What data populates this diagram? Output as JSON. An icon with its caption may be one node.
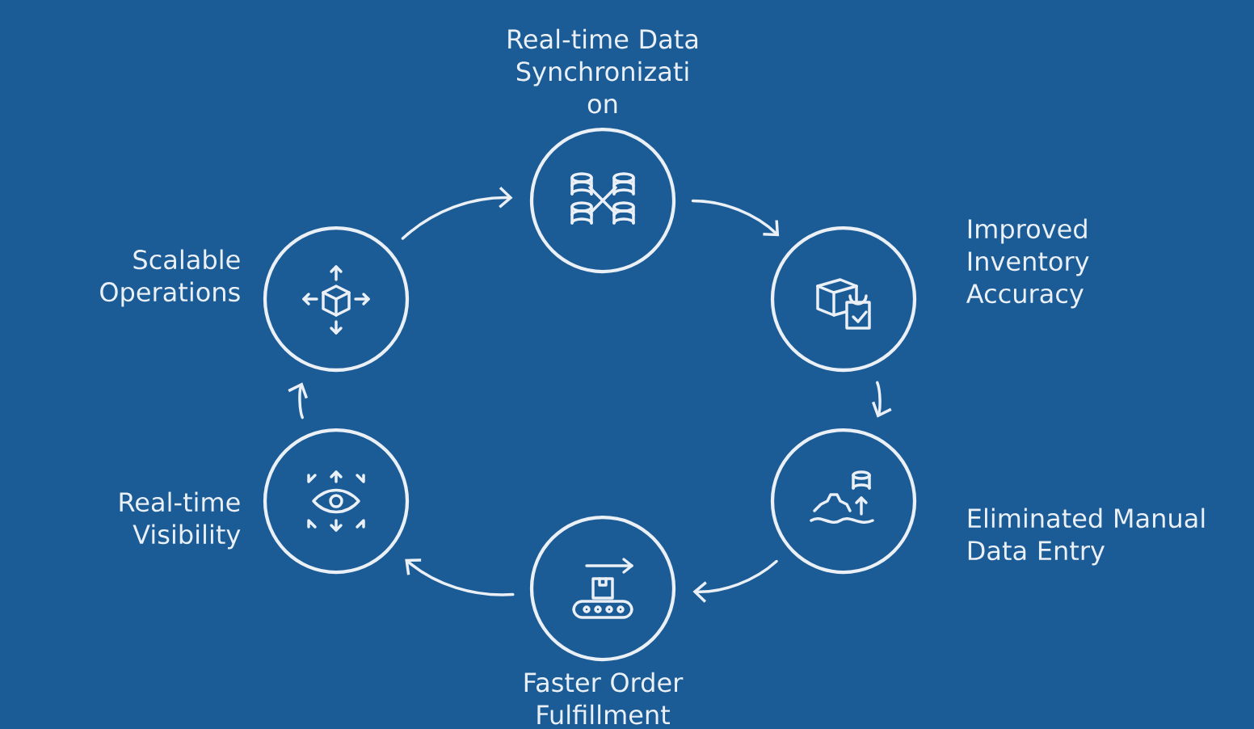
{
  "diagram": {
    "nodes": [
      {
        "text": [
          "Real-time Data Synchronizati on"
        ]
      },
      {
        "text": [
          "Improved Inventory Accuracy"
        ]
      },
      {
        "text": [
          "Eliminated Manual Data Entry"
        ]
      },
      {
        "text": [
          "Faster Order Fulfillment"
        ]
      },
      {
        "text": [
          "Real-time Visibility"
        ]
      },
      {
        "text": [
          "Scalable Operations"
        ]
      }
    ],
    "edges": [
      {
        "from": 0,
        "to": 1,
        "arrow": "to"
      },
      {
        "from": 1,
        "to": 2,
        "arrow": "to"
      },
      {
        "from": 2,
        "to": 3,
        "arrow": "to"
      },
      {
        "from": 3,
        "to": 4,
        "arrow": "to"
      },
      {
        "from": 4,
        "to": 5,
        "arrow": "to"
      },
      {
        "from": 5,
        "to": 0,
        "arrow": "to"
      }
    ]
  }
}
